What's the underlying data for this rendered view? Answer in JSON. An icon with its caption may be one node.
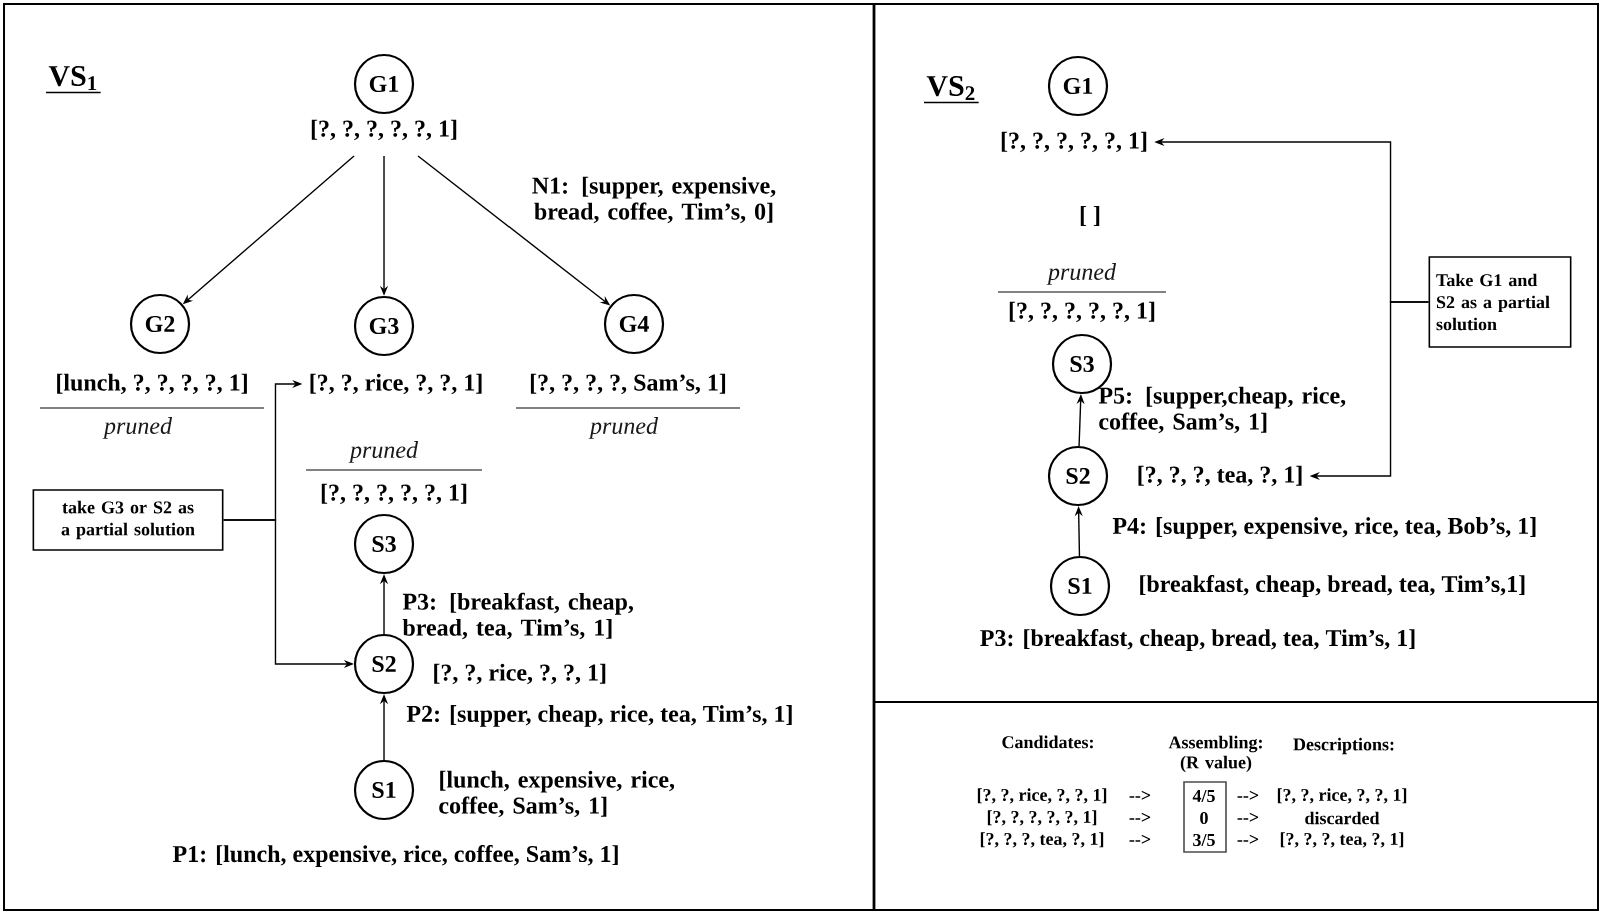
{
  "diagram": {
    "nodes": [
      {
        "text": [
          "G1"
        ],
        "beside": [
          "[?, ?, ?, ?, ?, 1]"
        ]
      },
      {
        "text": [
          "G2"
        ],
        "beside": [
          "[lunch, ?, ?, ?, ?, 1]",
          "pruned"
        ]
      },
      {
        "text": [
          "G3"
        ]
      },
      {
        "text": [
          "G4"
        ],
        "beside": [
          "[?, ?, ?, ?, Sam’s, 1]",
          "pruned"
        ]
      },
      {
        "text": [
          "[?, ?, rice, ?, ?, 1]"
        ]
      },
      {
        "text": [
          "take G3 or S2 as a partial solution"
        ]
      },
      {
        "text": [
          "S3"
        ],
        "beside": [
          "pruned",
          "[?, ?, ?, ?, ?, 1]"
        ]
      },
      {
        "text": [
          "S2"
        ],
        "beside": [
          "[?, ?, rice, ?, ?, 1]"
        ]
      },
      {
        "text": [
          "S1"
        ],
        "beside": [
          "[lunch, expensive, rice, coffee, Sam’s, 1]"
        ]
      },
      {
        "text": [
          "G1"
        ]
      },
      {
        "text": [
          "[?, ?, ?, ?, ?, 1]"
        ]
      },
      {
        "text": [
          "Take G1 and S2 as a partial solution"
        ]
      },
      {
        "text": [
          "S3"
        ],
        "beside": [
          "pruned",
          "[?, ?, ?, ?, ?, 1]"
        ]
      },
      {
        "text": [
          "S2"
        ]
      },
      {
        "text": [
          "[?, ?, ?, tea, ?, 1]"
        ]
      },
      {
        "text": [
          "S1"
        ],
        "beside": [
          "[breakfast, cheap, bread, tea, Tim’s,1]"
        ]
      }
    ],
    "edges": [
      {
        "from": 0,
        "to": 1,
        "arrow": "to"
      },
      {
        "from": 0,
        "to": 2,
        "arrow": "to"
      },
      {
        "from": 0,
        "to": 3,
        "arrow": "to",
        "label": "N1: [supper, expensive, bread, coffee, Tim’s, 0]"
      },
      {
        "from": 5,
        "to": 4,
        "arrow": "to"
      },
      {
        "from": 5,
        "to": 7,
        "arrow": "to"
      },
      {
        "from": 7,
        "to": 6,
        "arrow": "to",
        "label": "P3: [breakfast, cheap, bread, tea, Tim’s, 1]"
      },
      {
        "from": 8,
        "to": 7,
        "arrow": "to",
        "label": "P2: [supper, cheap, rice, tea, Tim’s, 1]"
      },
      {
        "from": 13,
        "to": 12,
        "arrow": "to",
        "label": "P5: [supper,cheap, rice, coffee, Sam’s, 1]"
      },
      {
        "from": 15,
        "to": 13,
        "arrow": "to",
        "label": "P4: [supper, expensive, rice, tea, Bob’s, 1]"
      },
      {
        "from": 11,
        "to": 10,
        "arrow": "to"
      },
      {
        "from": 11,
        "to": 14,
        "arrow": "to"
      }
    ],
    "labels": [
      "VS$_{1}$",
      "P1: [lunch, expensive, rice, coffee, Sam’s, 1]",
      "VS$_{2}$",
      "[ ]",
      "P3: [breakfast, cheap, bread, tea, Tim’s, 1]",
      "Candidates:",
      "Assembling: (R value)",
      "Descriptions:",
      "[?, ?, rice, ?, ?, 1]",
      "-->",
      "4/5",
      "-->",
      "[?, ?, rice, ?, ?, 1]",
      "[?, ?, ?, ?, ?, 1]",
      "-->",
      "0",
      "-->",
      "discarded",
      "[?, ?, ?, tea, ?, 1]",
      "-->",
      "3/5",
      "-->",
      "[?, ?, ?, tea, ?, 1]"
    ]
  }
}
